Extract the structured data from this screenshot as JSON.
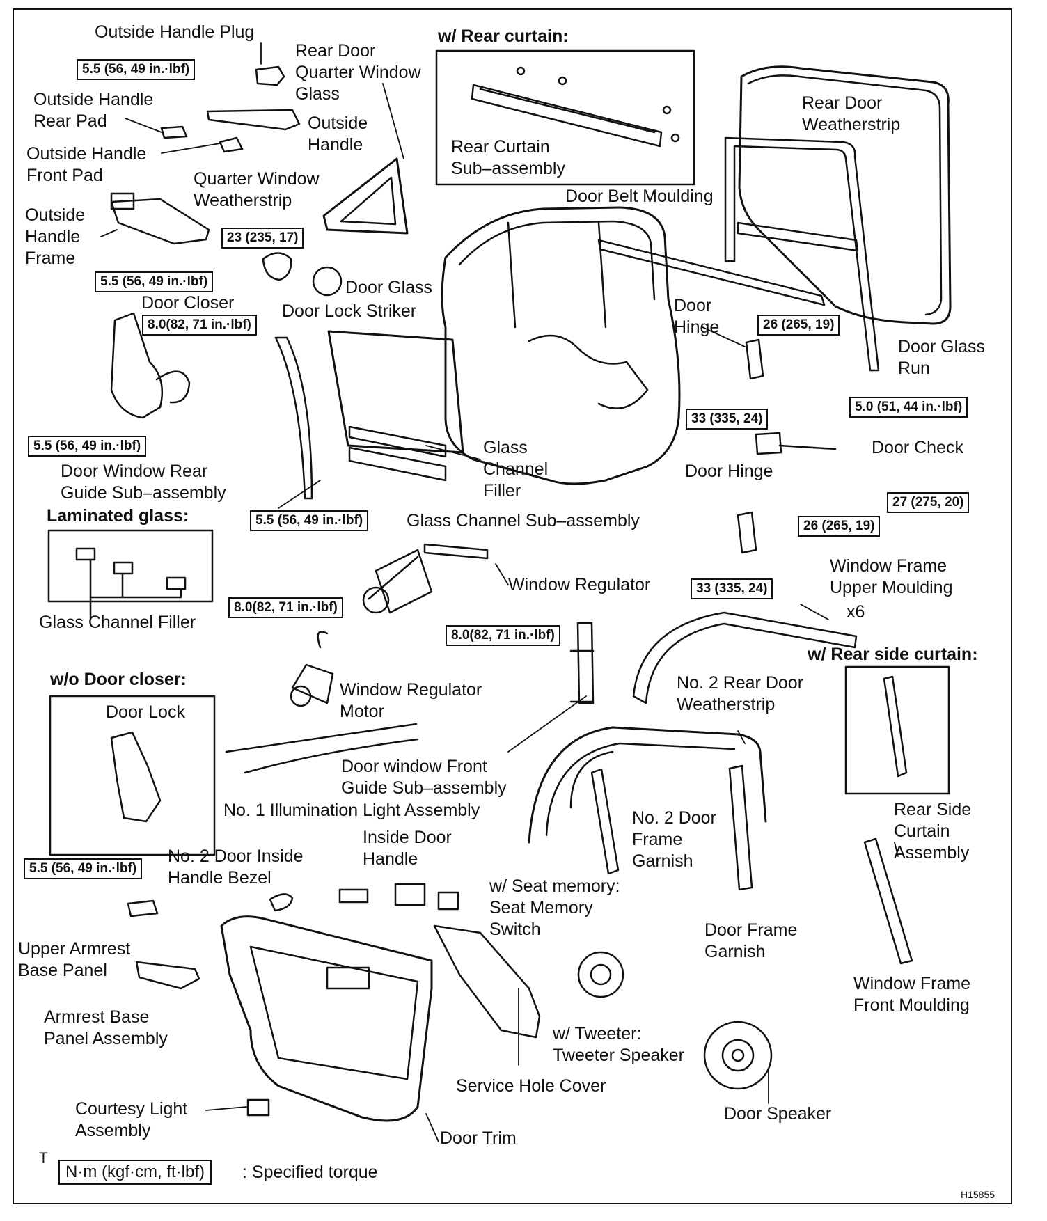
{
  "diagram": {
    "figure_id": "H15855",
    "legend": {
      "marker": "T",
      "unit_box": "N·m (kgf·cm, ft·lbf)",
      "text": ": Specified torque"
    },
    "section_headers": {
      "rear_curtain": "w/ Rear curtain:",
      "laminated_glass": "Laminated glass:",
      "wo_door_closer": "w/o Door closer:",
      "rear_side_curtain": "w/ Rear side curtain:"
    },
    "parts": {
      "outside_handle_plug": "Outside Handle Plug",
      "rear_door_quarter_window_glass": "Rear Door\nQuarter Window\nGlass",
      "outside_handle_rear_pad": "Outside Handle\nRear Pad",
      "outside_handle": "Outside\nHandle",
      "outside_handle_front_pad": "Outside Handle\nFront Pad",
      "quarter_window_weatherstrip": "Quarter Window\nWeatherstrip",
      "outside_handle_frame": "Outside\nHandle\nFrame",
      "rear_curtain_sub_assembly": "Rear Curtain\nSub–assembly",
      "rear_door_weatherstrip": "Rear Door\nWeatherstrip",
      "door_belt_moulding": "Door Belt Moulding",
      "door_glass": "Door Glass",
      "door_lock_striker": "Door Lock Striker",
      "door_closer": "Door Closer",
      "door_hinge_upper": "Door\nHinge",
      "door_glass_run": "Door Glass\nRun",
      "door_check": "Door Check",
      "door_hinge_lower": "Door Hinge",
      "door_window_rear_guide": "Door Window Rear\nGuide Sub–assembly",
      "glass_channel_filler": "Glass\nChannel\nFiller",
      "glass_channel_sub_assembly": "Glass Channel Sub–assembly",
      "glass_channel_filler_laminated": "Glass Channel Filler",
      "window_regulator": "Window Regulator",
      "window_frame_upper_moulding": "Window Frame\nUpper Moulding",
      "x6": "x6",
      "window_regulator_motor": "Window Regulator\nMotor",
      "no2_rear_door_weatherstrip": "No. 2 Rear Door\nWeatherstrip",
      "door_lock": "Door Lock",
      "door_window_front_guide": "Door window Front\nGuide Sub–assembly",
      "no1_illumination_light": "No. 1 Illumination Light Assembly",
      "inside_door_handle": "Inside Door\nHandle",
      "no2_door_frame_garnish": "No. 2 Door\nFrame\nGarnish",
      "rear_side_curtain_assembly": "Rear Side\nCurtain\nAssembly",
      "no2_door_inside_handle_bezel": "No. 2 Door Inside\nHandle Bezel",
      "seat_memory_switch": "w/ Seat memory:\nSeat Memory\nSwitch",
      "upper_armrest_base_panel": "Upper Armrest\nBase Panel",
      "door_frame_garnish": "Door Frame\nGarnish",
      "window_frame_front_moulding": "Window Frame\nFront Moulding",
      "armrest_base_panel_assembly": "Armrest Base\nPanel Assembly",
      "tweeter_speaker": "w/ Tweeter:\nTweeter Speaker",
      "service_hole_cover": "Service Hole Cover",
      "courtesy_light_assembly": "Courtesy Light\nAssembly",
      "door_speaker": "Door Speaker",
      "door_trim": "Door Trim"
    },
    "torques": {
      "t1": "5.5 (56, 49 in.·lbf)",
      "t2": "23 (235, 17)",
      "t3": "5.5 (56, 49 in.·lbf)",
      "t4": "8.0(82, 71 in.·lbf)",
      "t5": "26 (265, 19)",
      "t6": "5.5 (56, 49 in.·lbf)",
      "t7": "33 (335, 24)",
      "t8": "5.0 (51, 44 in.·lbf)",
      "t9": "5.5 (56, 49 in.·lbf)",
      "t10": "27 (275, 20)",
      "t11": "26 (265, 19)",
      "t12": "8.0(82, 71 in.·lbf)",
      "t13": "33 (335, 24)",
      "t14": "8.0(82, 71 in.·lbf)",
      "t15": "5.5 (56, 49 in.·lbf)"
    }
  }
}
